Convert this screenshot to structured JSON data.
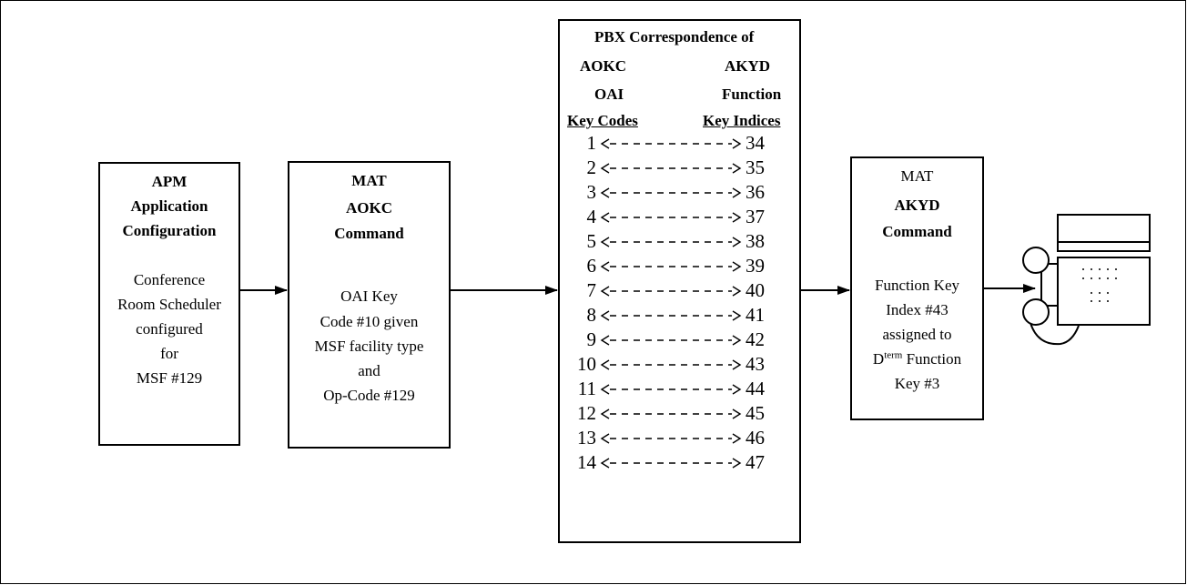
{
  "apm_box": {
    "title": "APM",
    "subtitle1": "Application",
    "subtitle2": "Configuration",
    "body": [
      "Conference",
      "Room Scheduler",
      "configured",
      "for",
      "MSF #129"
    ]
  },
  "aokc_box": {
    "title1": "MAT",
    "title2": "AOKC",
    "title3": "Command",
    "body": [
      "OAI Key",
      "Code #10 given",
      "MSF facility type",
      "and",
      "Op-Code #129"
    ]
  },
  "pbx_box": {
    "title": "PBX Correspondence of",
    "left_col": [
      "AOKC",
      "OAI",
      "Key Codes"
    ],
    "right_col": [
      "AKYD",
      "Function",
      "Key Indices"
    ],
    "mappings": [
      {
        "key_code": "1",
        "index": "34"
      },
      {
        "key_code": "2",
        "index": "35"
      },
      {
        "key_code": "3",
        "index": "36"
      },
      {
        "key_code": "4",
        "index": "37"
      },
      {
        "key_code": "5",
        "index": "38"
      },
      {
        "key_code": "6",
        "index": "39"
      },
      {
        "key_code": "7",
        "index": "40"
      },
      {
        "key_code": "8",
        "index": "41"
      },
      {
        "key_code": "9",
        "index": "42"
      },
      {
        "key_code": "10",
        "index": "43"
      },
      {
        "key_code": "11",
        "index": "44"
      },
      {
        "key_code": "12",
        "index": "45"
      },
      {
        "key_code": "13",
        "index": "46"
      },
      {
        "key_code": "14",
        "index": "47"
      }
    ]
  },
  "akyd_box": {
    "title1": "MAT",
    "title2": "AKYD",
    "title3": "Command",
    "body1": "Function Key",
    "body2": "Index #43",
    "body3": "assigned to",
    "body4_base": "D",
    "body4_sup": "term",
    "body4_rest": " Function",
    "body5": "Key #3"
  }
}
